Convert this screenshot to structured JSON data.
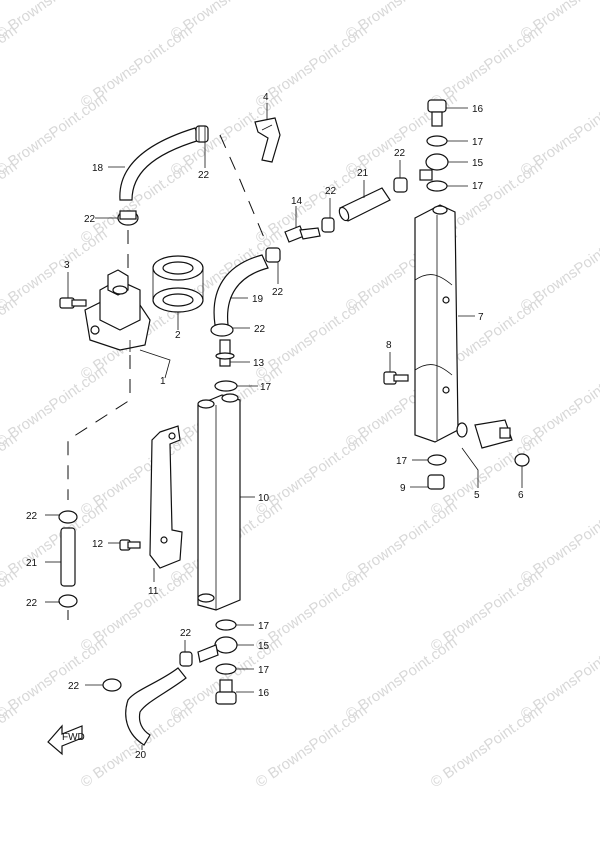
{
  "watermark": "© BrownsPoint.com",
  "labels": {
    "p16a": "16",
    "p17a": "17",
    "p15a": "15",
    "p17b": "17",
    "p4": "4",
    "p18": "18",
    "p22a": "22",
    "p22b": "22",
    "p21a": "21",
    "p22c": "22",
    "p14": "14",
    "p22d": "22",
    "p3": "3",
    "p2": "2",
    "p22e": "22",
    "p19": "19",
    "p22f": "22",
    "p7": "7",
    "p1": "1",
    "p8": "8",
    "p13": "13",
    "p17c": "17",
    "p17d": "17",
    "p9": "9",
    "p5": "5",
    "p6": "6",
    "p10": "10",
    "p22g": "22",
    "p12": "12",
    "p21b": "21",
    "p11": "11",
    "p22h": "22",
    "p17e": "17",
    "p22i": "22",
    "p15b": "15",
    "p17f": "17",
    "p22j": "22",
    "p16b": "16",
    "p20": "20"
  },
  "fwd_label": "FWD"
}
